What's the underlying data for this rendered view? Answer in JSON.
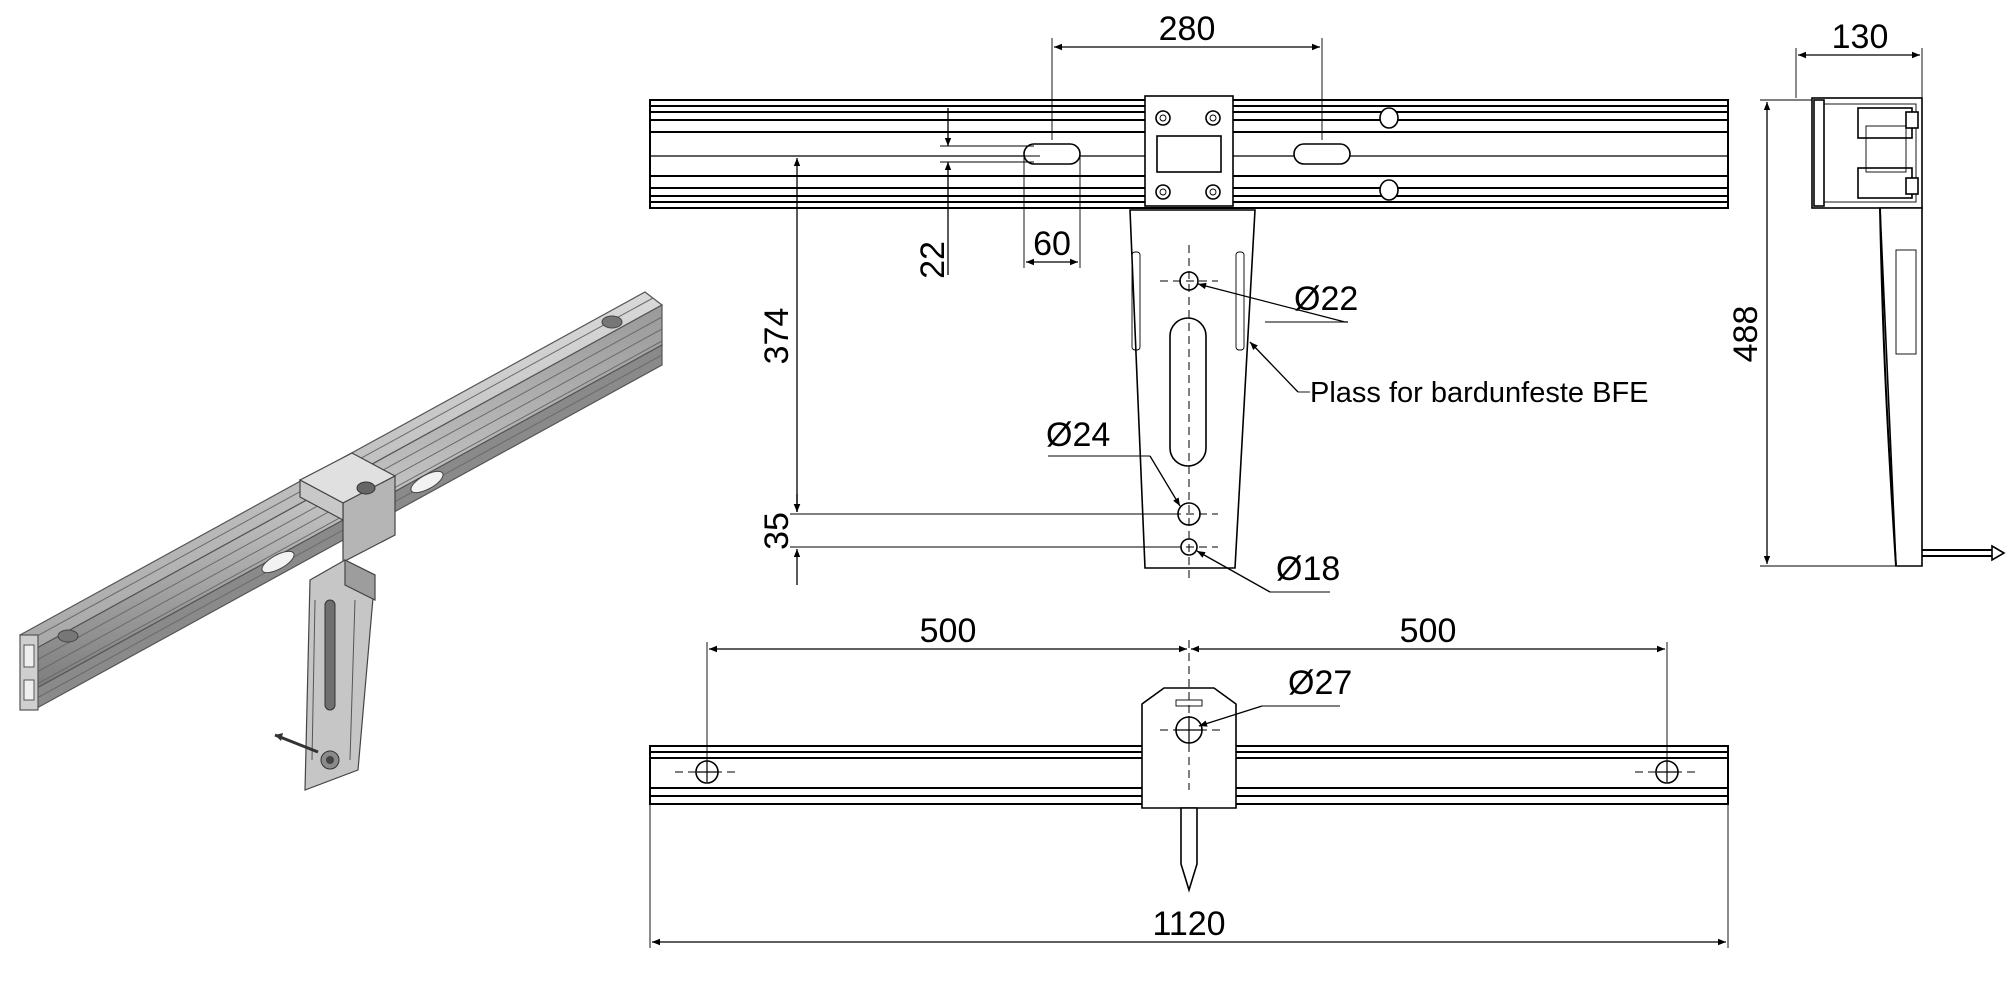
{
  "drawing": {
    "dimensions": {
      "top_hole_spacing": "280",
      "side_view_width": "130",
      "slot_offset": "22",
      "slot_length": "60",
      "hole_distance": "374",
      "lower_hole_distance": "35",
      "total_height": "488",
      "hole_spacing_left": "500",
      "hole_spacing_right": "500",
      "total_length": "1120"
    },
    "hole_diameters": {
      "upper_hole": "Ø22",
      "middle_hole": "Ø24",
      "lower_hole": "Ø18",
      "plate_hole": "Ø27"
    },
    "note": "Plass for bardunfeste BFE"
  }
}
